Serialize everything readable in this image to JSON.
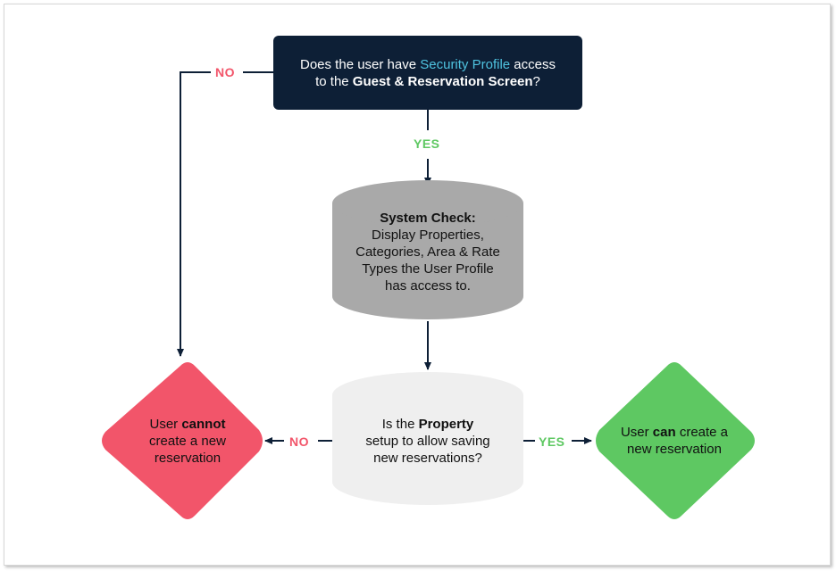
{
  "question1": {
    "text_a": "Does the user have ",
    "highlight": "Security Profile",
    "text_b": " access",
    "text_c": "to the ",
    "bold": "Guest & Reservation Screen",
    "text_d": "?"
  },
  "labels": {
    "no_top": "NO",
    "yes_top": "YES",
    "no_bottom": "NO",
    "yes_bottom": "YES"
  },
  "system_check": {
    "title": "System Check:",
    "line1": "Display Properties,",
    "line2": "Categories, Area & Rate",
    "line3": "Types the User Profile",
    "line4": "has access to."
  },
  "question2": {
    "text_a": "Is the ",
    "bold": "Property",
    "line2": "setup to allow saving",
    "line3": "new reservations?"
  },
  "outcome_cannot": {
    "text_a": "User ",
    "bold": "cannot",
    "line2": "create a new",
    "line3": "reservation"
  },
  "outcome_can": {
    "text_a": "User ",
    "bold": "can",
    "text_b": " create a",
    "line2": "new reservation"
  },
  "colors": {
    "navy": "#0d1f36",
    "highlight": "#4fc3e0",
    "red": "#f2556a",
    "green": "#5ec862",
    "gray": "#a9a9a9",
    "lightgray": "#efefef"
  }
}
